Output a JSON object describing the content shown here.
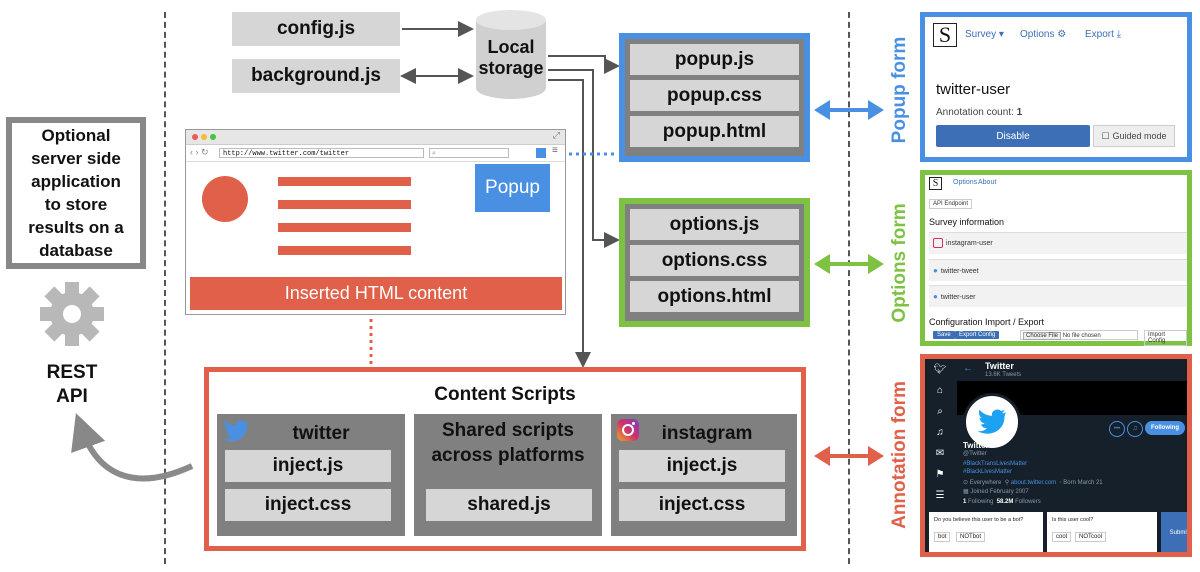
{
  "top_files": {
    "config": "config.js",
    "background": "background.js"
  },
  "storage": {
    "line1": "Local",
    "line2": "storage"
  },
  "server": {
    "text": "Optional server side application to store results on a database",
    "lines": [
      "Optional",
      "server side",
      "application",
      "to store",
      "results on a",
      "database"
    ],
    "rest_line1": "REST",
    "rest_line2": "API"
  },
  "browser": {
    "url": "http://www.twitter.com/twitter",
    "popup_label": "Popup",
    "inserted_label": "Inserted HTML content"
  },
  "popup_files": [
    "popup.js",
    "popup.css",
    "popup.html"
  ],
  "options_files": [
    "options.js",
    "options.css",
    "options.html"
  ],
  "content_scripts": {
    "title": "Content Scripts",
    "twitter": {
      "label": "twitter",
      "files": [
        "inject.js",
        "inject.css"
      ]
    },
    "shared": {
      "line1": "Shared scripts",
      "line2": "across platforms",
      "files": [
        "shared.js"
      ]
    },
    "instagram": {
      "label": "instagram",
      "files": [
        "inject.js",
        "inject.css"
      ]
    }
  },
  "side_labels": {
    "popup": "Popup form",
    "options": "Options form",
    "annotation": "Annotation form"
  },
  "popup_form": {
    "logo": "S",
    "menu": [
      "Survey",
      "Options",
      "Export"
    ],
    "user": "twitter-user",
    "count_label": "Annotation count:",
    "count_value": "1",
    "disable": "Disable",
    "guided": "Guided mode"
  },
  "options_form": {
    "tabs": [
      "Options",
      "About"
    ],
    "api_tab": "API Endpoint",
    "survey_info": "Survey information",
    "items": [
      "instagram-user",
      "twitter-tweet",
      "twitter-user"
    ],
    "config_title": "Configuration Import / Export",
    "save": "Save",
    "export": "Export Config",
    "choose_file": "Choose File",
    "no_file": "No file chosen",
    "import": "Import Config"
  },
  "annotation_form": {
    "name": "Twitter",
    "tweets": "13.6K Tweets",
    "handle": "@Twitter",
    "tags": "#BlackTransLivesMatter",
    "tags2": "#BlackLivesMatter",
    "location": "Everywhere",
    "site": "about.twitter.com",
    "born": "Born March 21",
    "joined": "Joined February 2007",
    "following_n": "1",
    "following": "Following",
    "followers_n": "58.2M",
    "followers": "Followers",
    "follow_btn": "Following",
    "q1": "Do you believe this user to be a bot?",
    "q1_opts": [
      "bot",
      "NOTbot"
    ],
    "q2": "Is this user cool?",
    "q2_opts": [
      "cool",
      "NOTcool"
    ],
    "submit": "Submit"
  },
  "colors": {
    "blue": "#4a90e2",
    "green": "#7dc242",
    "red": "#e0604a",
    "gray": "#808080"
  }
}
